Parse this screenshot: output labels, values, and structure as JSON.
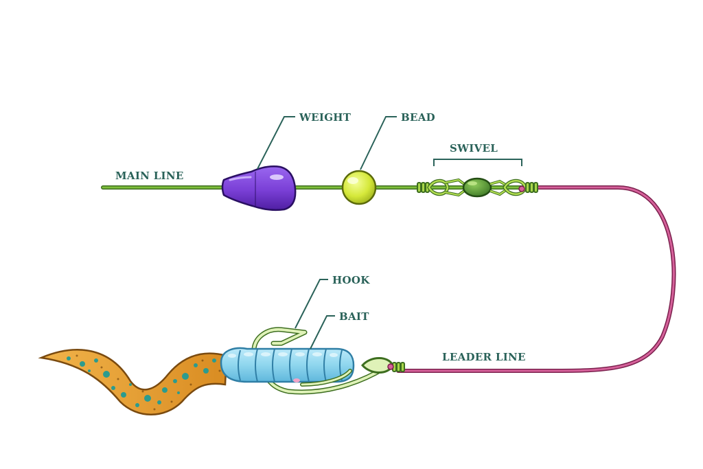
{
  "labels": {
    "main_line": "MAIN LINE",
    "weight": "WEIGHT",
    "bead": "BEAD",
    "swivel": "SWIVEL",
    "hook": "HOOK",
    "bait": "BAIT",
    "leader_line": "LEADER LINE"
  },
  "colors": {
    "label_text": "#2a6259",
    "main_line": "#6aa632",
    "leader_line": "#c24d83",
    "weight": "#7a3fd6",
    "bead": "#d5e83a",
    "swivel_body": "#5f9a3a",
    "swivel_wire": "#9fcf3e",
    "hook": "#d8eeb0",
    "bait": "#8fd6ee",
    "tail": "#e7a23a",
    "tail_spots": "#2c9b8e"
  },
  "icons": [
    "weight-icon",
    "bead-icon",
    "swivel-icon",
    "hook-icon",
    "bait-icon",
    "worm-tail-icon"
  ]
}
